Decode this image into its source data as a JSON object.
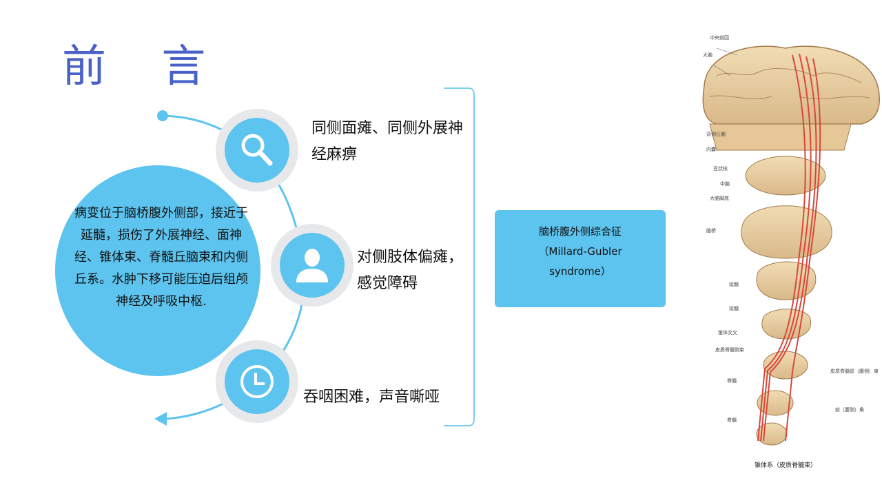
{
  "slide": {
    "title": "前 言",
    "center_text": "病变位于脑桥腹外侧部，接近于延髓，损伤了外展神经、面神经、锥体束、脊髓丘脑束和内侧丘系。水肿下移可能压迫后组颅神经及呼吸中枢.",
    "items": [
      {
        "icon": "search-icon",
        "text": "同侧面瘫、同侧外展神经麻痹"
      },
      {
        "icon": "person-icon",
        "text": "对侧肢体偏瘫，感觉障碍"
      },
      {
        "icon": "clock-icon",
        "text": "吞咽困难，声音嘶哑"
      }
    ],
    "result": {
      "line1": "脑桥腹外侧综合征",
      "line2": "（Millard-Gubler",
      "line3": "syndrome）"
    },
    "colors": {
      "accent": "#5cc4ef",
      "title": "#4a62c8",
      "ring": "#e6e8ea"
    }
  },
  "figure": {
    "labels": [
      "中央前回",
      "大脑",
      "背侧丘脑",
      "内囊",
      "豆状核",
      "中脑",
      "大脑脚底",
      "脑桥",
      "延髓",
      "延髓",
      "锥体交叉",
      "皮质脊髓侧束",
      "脊髓",
      "脊髓",
      "皮质脊髓前（腹侧）束",
      "前（腹侧）角"
    ],
    "caption": "锥体系（皮质脊髓束）"
  }
}
